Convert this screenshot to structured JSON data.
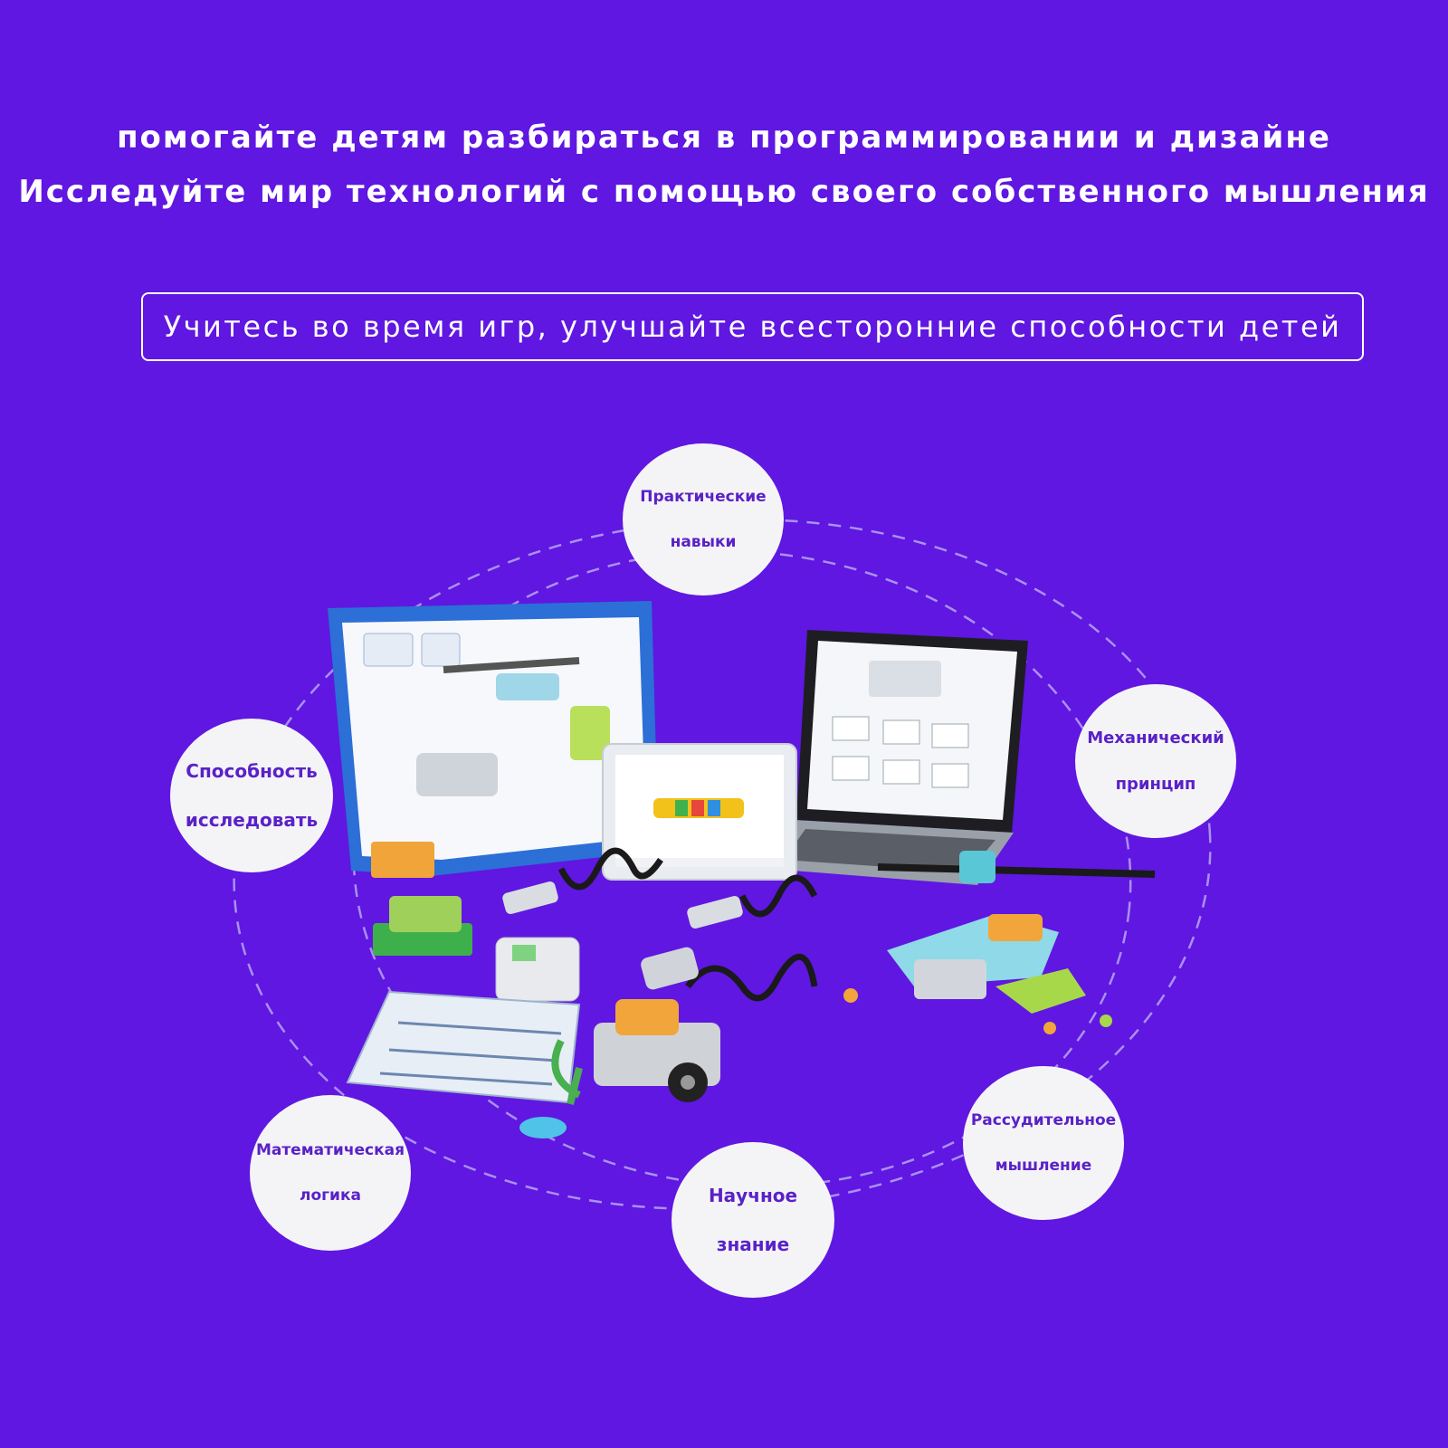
{
  "header": {
    "line1": "помогайте детям разбираться в программировании и дизайне",
    "line2": "Исследуйте мир технологий с помощью своего собственного мышления"
  },
  "banner": {
    "text": "Учитесь во время игр, улучшайте всесторонние способности детей"
  },
  "skills": [
    {
      "line1": "Практические",
      "line2": "навыки"
    },
    {
      "line1": "Механический",
      "line2": "принцип"
    },
    {
      "line1": "Способность",
      "line2": "исследовать"
    },
    {
      "line1": "Рассудительное",
      "line2": "мышление"
    },
    {
      "line1": "Научное",
      "line2": "знание"
    },
    {
      "line1": "Математическая",
      "line2": "логика"
    }
  ],
  "colors": {
    "background": "#5f17e1",
    "bubble": "#f4f4f6",
    "bubble_text": "#5a21c8",
    "orbit": "#b9a6f5"
  }
}
